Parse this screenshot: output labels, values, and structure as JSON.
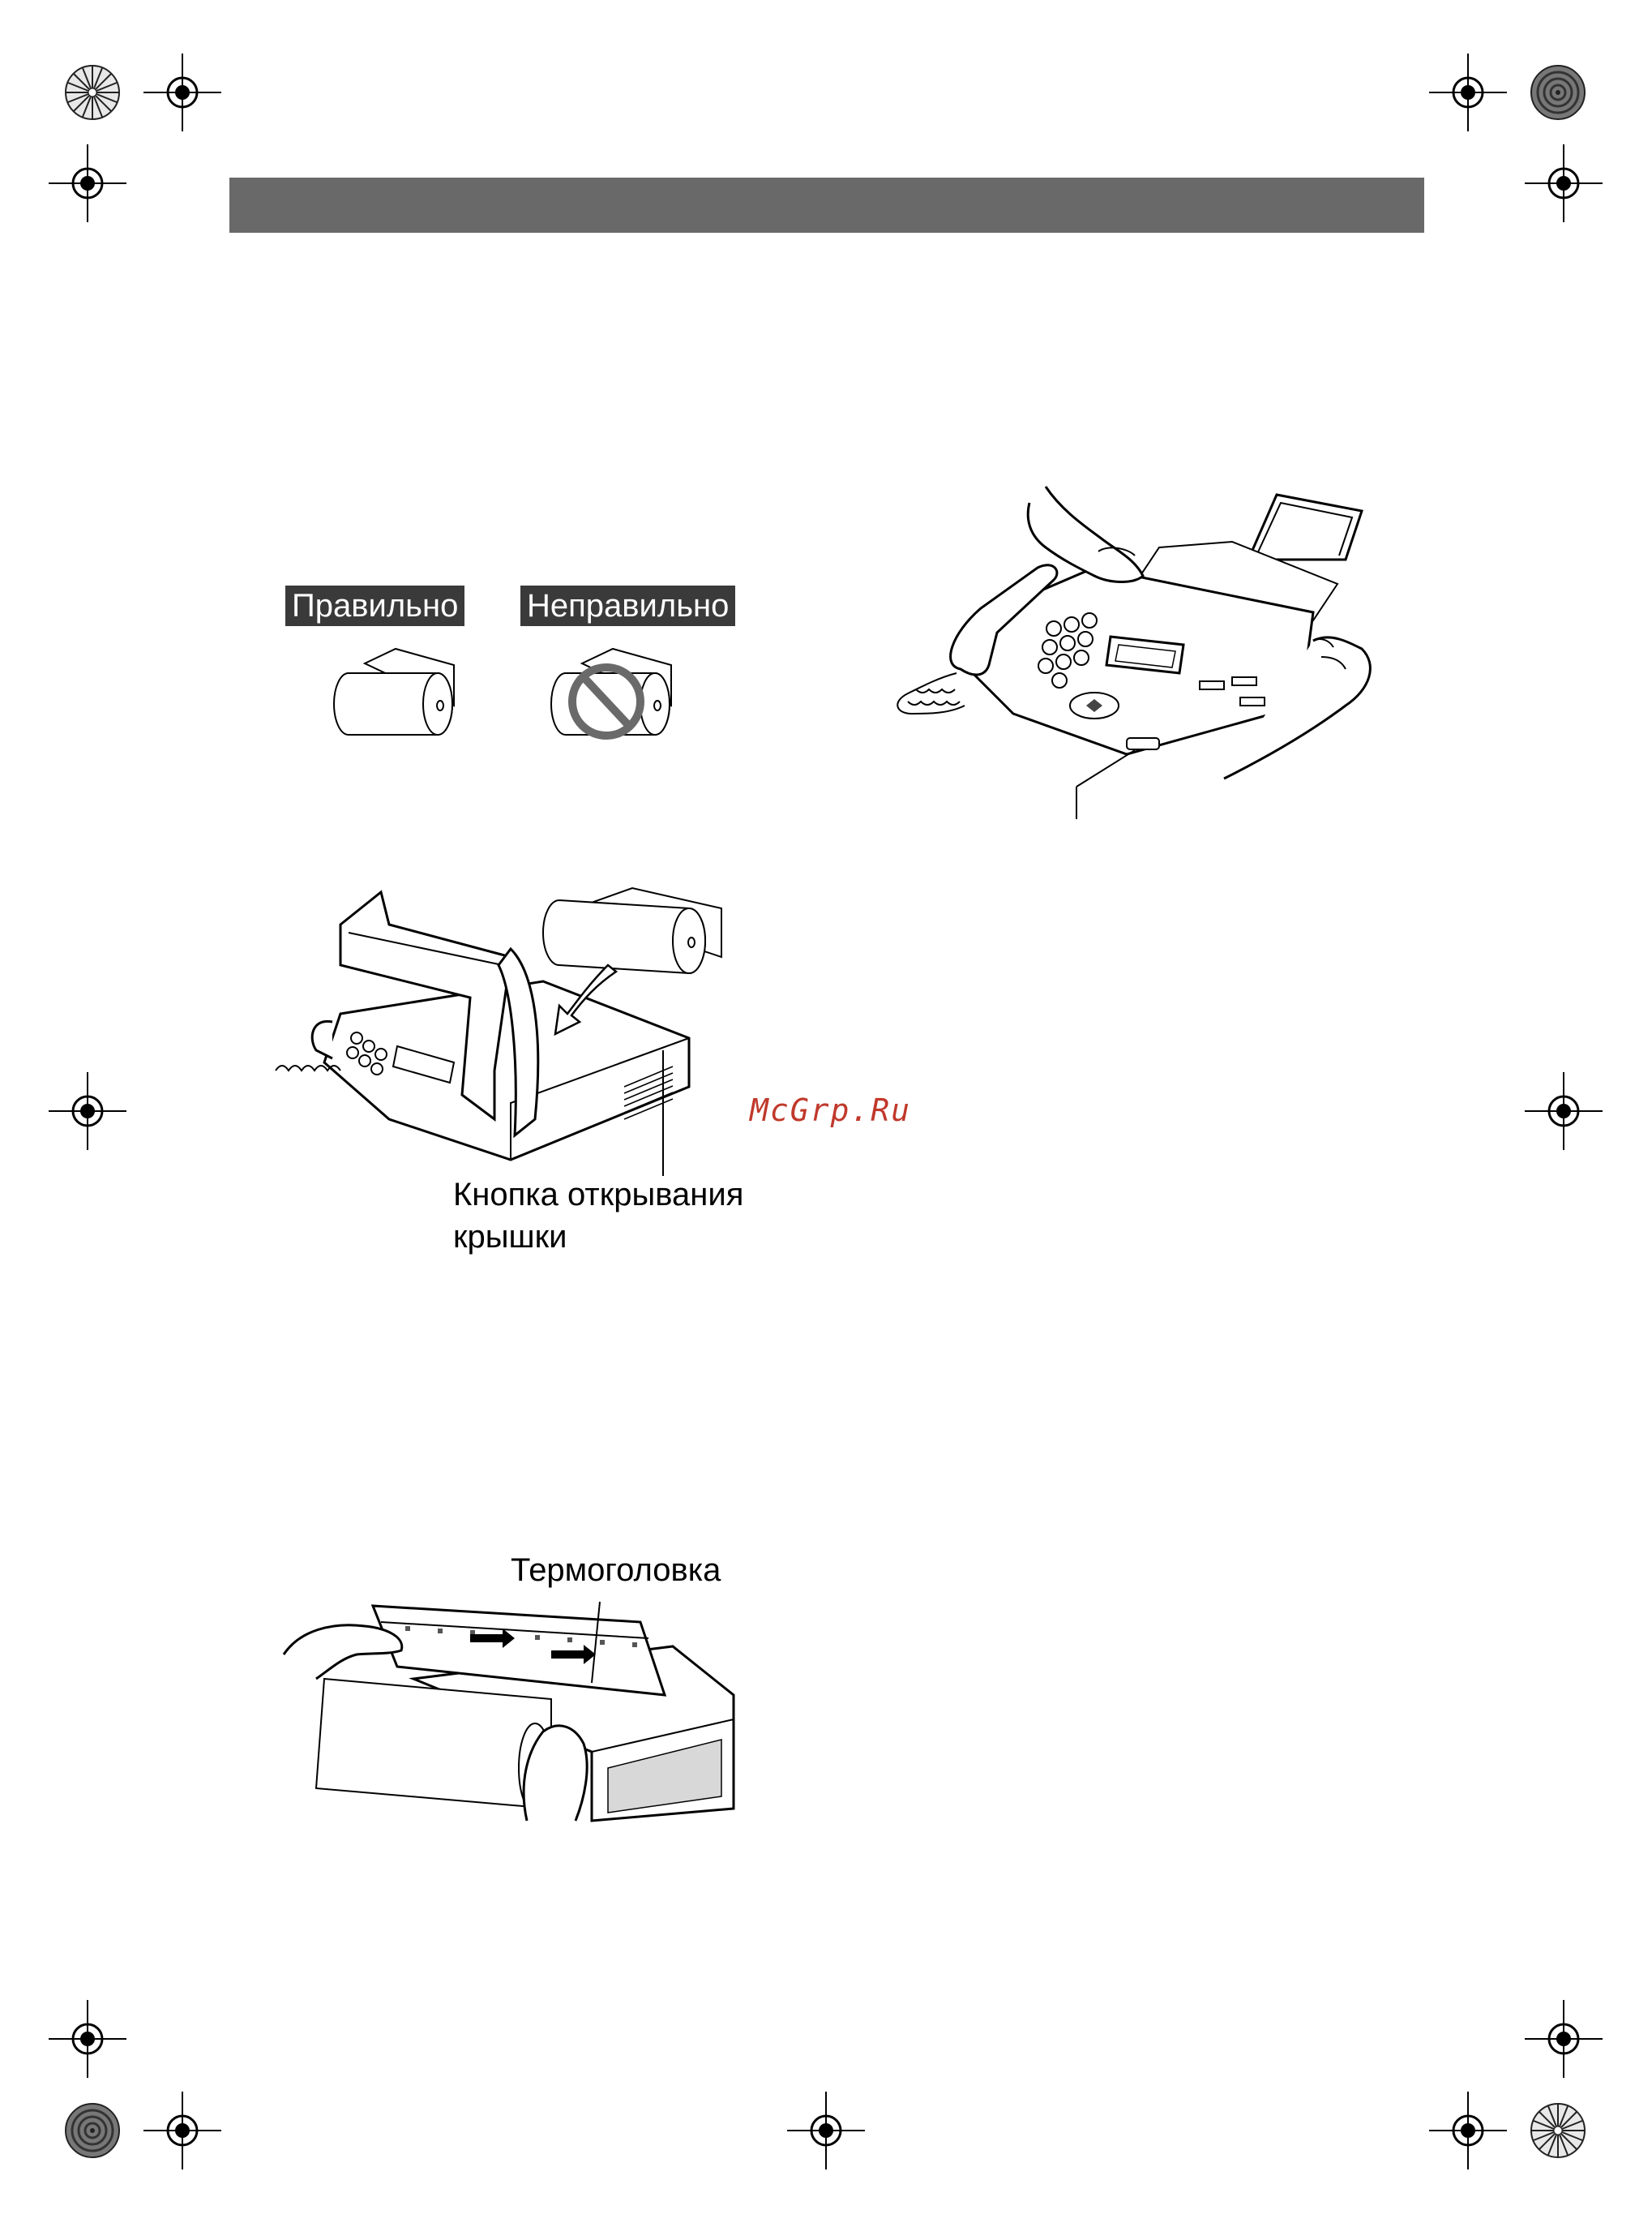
{
  "labels": {
    "correct": "Правильно",
    "incorrect": "Неправильно",
    "cover_button_line1": "Кнопка открывания",
    "cover_button_line2": "крышки",
    "thermal_head": "Термоголовка"
  },
  "watermark": "McGrp.Ru",
  "colors": {
    "header_bar": "#696969",
    "label_bg": "#3a3a3a",
    "watermark": "#c0392b"
  },
  "icons": [
    "registration-mark-icon",
    "color-wheel-icon",
    "no-entry-icon",
    "arrow-icon"
  ]
}
